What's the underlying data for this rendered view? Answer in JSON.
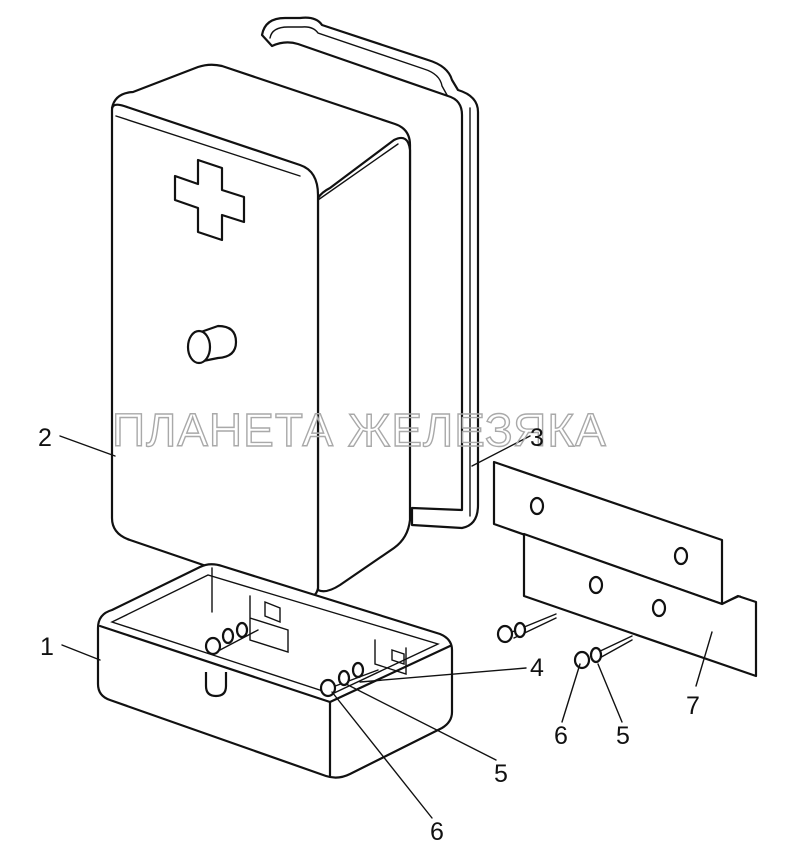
{
  "watermark": "ПЛАНЕТА ЖЕЛЕЗЯКА",
  "callouts": {
    "c1": "1",
    "c2": "2",
    "c3": "3",
    "c4": "4",
    "c5a": "5",
    "c5b": "5",
    "c6a": "6",
    "c6b": "6",
    "c7": "7"
  },
  "colors": {
    "line": "#111111",
    "watermark": "#a9a9a9",
    "background": "#ffffff"
  }
}
